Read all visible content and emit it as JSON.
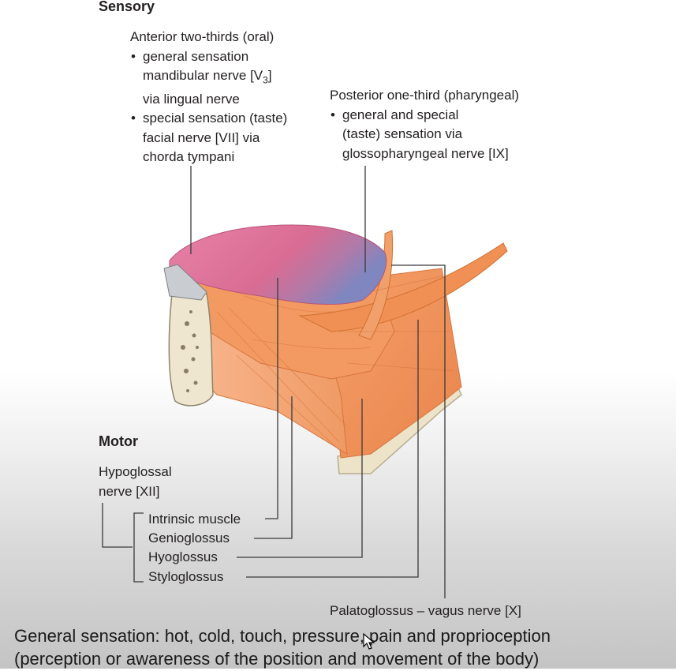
{
  "sensory": {
    "heading": "Sensory",
    "anterior": {
      "title": "Anterior two-thirds (oral)",
      "bullets": [
        {
          "lines": [
            "general sensation",
            "mandibular nerve [V",
            "via lingual nerve"
          ],
          "subscript": "3",
          "close": "]"
        },
        {
          "lines": [
            "special sensation (taste)",
            "facial nerve [VII] via",
            "chorda tympani"
          ]
        }
      ]
    },
    "posterior": {
      "title": "Posterior one-third (pharyngeal)",
      "bullet_lines": [
        "general and special",
        "(taste) sensation via",
        "glossopharyngeal nerve [IX]"
      ]
    }
  },
  "motor": {
    "heading": "Motor",
    "nerve_lines": [
      "Hypoglossal",
      "nerve [XII]"
    ],
    "muscles": [
      "Intrinsic muscle",
      "Genioglossus",
      "Hyoglossus",
      "Styloglossus"
    ],
    "palatoglossus": "Palatoglossus – vagus nerve [X]"
  },
  "caption": {
    "line1": "General sensation: hot, cold, touch, pressure, pain and proprioception",
    "line2": "(perception or awareness of the position and movement of the body)"
  },
  "colors": {
    "tongue_dorsum": "#e07a9e",
    "posterior_tongue": "#8a86c2",
    "muscle": "#f0965e",
    "muscle_light": "#f6b389",
    "bone": "#efe6cf",
    "leader_line": "#3a3a3a"
  }
}
